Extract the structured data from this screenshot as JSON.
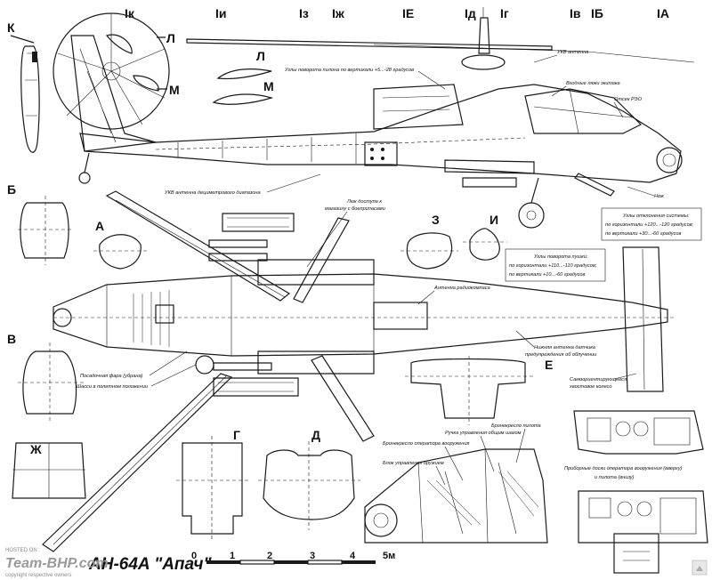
{
  "station_labels": [
    "Iк",
    "Iи",
    "Iз",
    "Iж",
    "IЕ",
    "Iд",
    "Iг",
    "Iв",
    "IБ",
    "IА"
  ],
  "section_labels": {
    "k": "К",
    "l": "Л",
    "m": "М",
    "l2": "Л",
    "m2": "М",
    "b": "Б",
    "a": "А",
    "z": "З",
    "i": "И",
    "v": "В",
    "e": "Е",
    "zh": "Ж",
    "g": "Г",
    "d": "Д"
  },
  "annotations": {
    "pylon_angles": "Углы поворота пилона по вертикали +5...-28 градусов",
    "uhf_antenna": "УКВ антенна",
    "crew_hatches": "Входные люки экипажа",
    "avionics_bay": "Отсек РЭО",
    "rear_uhf_antenna": "УКВ антенна дециметрового диапазона",
    "knife": "Нож",
    "sight_angles_1": "Углы отклонения системы:",
    "sight_angles_2": "по горизонтали +120...-120 градусов;",
    "sight_angles_3": "по вертикали +30...-60 градусов",
    "gun_angles_1": "Углы поворота пушки:",
    "gun_angles_2": "по горизонтали +110...-110 градусов;",
    "gun_angles_3": "по вертикали +10...-60 градусов",
    "ammo_hatch_1": "Люк доступа к",
    "ammo_hatch_2": "магазину с боеприпасами",
    "radio_compass": "Антенна радиокомпаса",
    "warning_antenna_1": "Нижняя антенна датчика",
    "warning_antenna_2": "предупреждения об облучении",
    "self_center_1": "Самоориентирующееся",
    "self_center_2": "хвостовое колесо",
    "landing_light": "Посадочная фара (убрана)",
    "gear_flight": "Шасси в полетном положении",
    "pilot_stick": "Ручка управления общим шагом",
    "gunner_armor": "Бронекресло оператора вооружения",
    "pilot_armor": "Бронекресло пилота",
    "weapon_panel": "Блок управления оружием",
    "dashboards_1": "Приборные доски оператора вооружения (вверху)",
    "dashboards_2": "и пилота (внизу)"
  },
  "title": "AH-64A \"Апач\"",
  "scale": {
    "ticks": [
      "0",
      "1",
      "2",
      "3",
      "4",
      "5м"
    ]
  },
  "watermark": {
    "hosted_on": "HOSTED ON :",
    "brand": "Team-BHP.com",
    "copyright": "copyright respective owners"
  }
}
